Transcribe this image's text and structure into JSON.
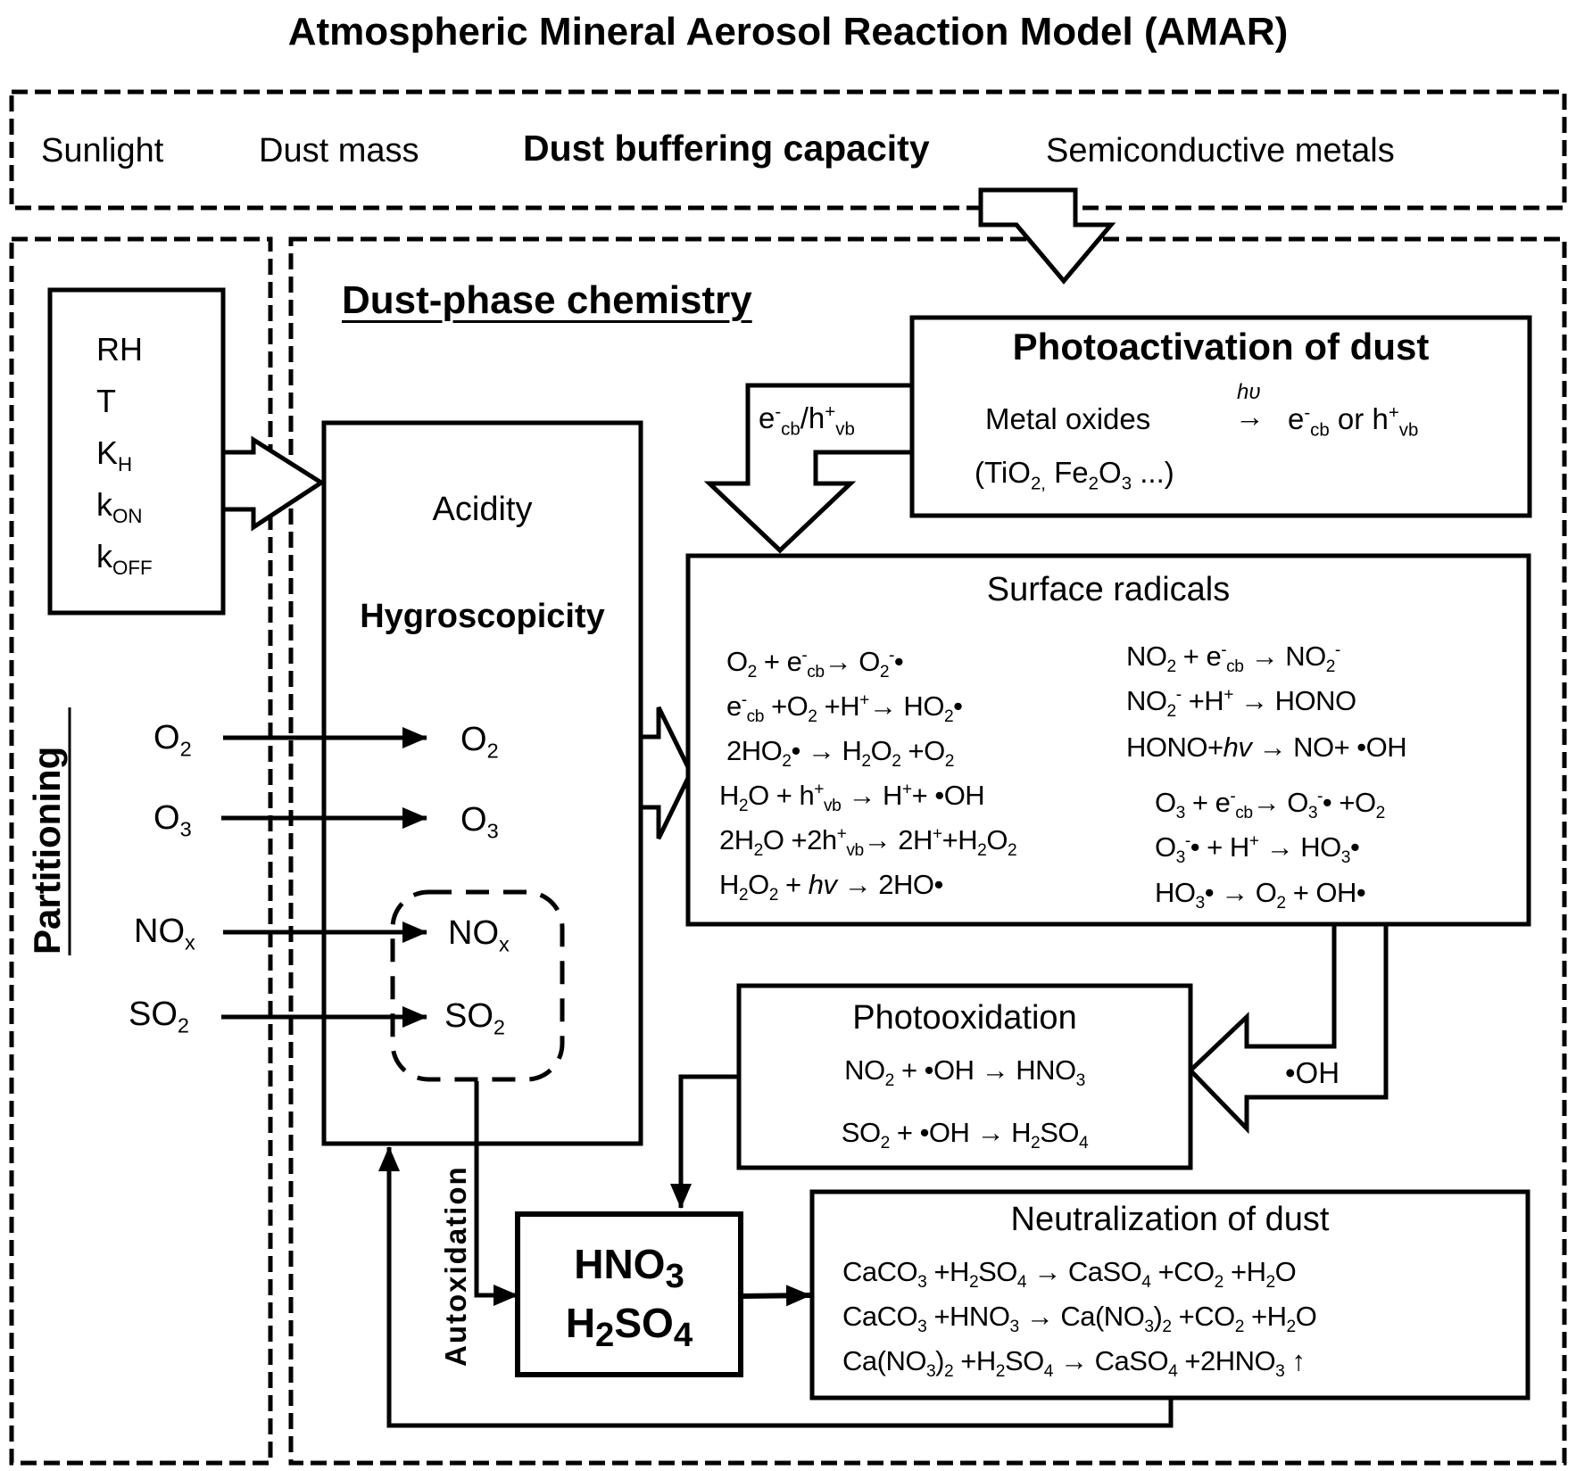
{
  "title": "Atmospheric Mineral Aerosol Reaction Model (AMAR)",
  "inputs_bar": {
    "items": [
      "Sunlight",
      "Dust mass",
      "Dust buffering capacity",
      "Semiconductive metals"
    ],
    "bold_item": "Dust buffering capacity"
  },
  "partitioning": {
    "label": "Partitioning",
    "parameters": [
      {
        "base": "RH",
        "sub": ""
      },
      {
        "base": "T",
        "sub": ""
      },
      {
        "base": "K",
        "sub": "H"
      },
      {
        "base": "k",
        "sub": "ON"
      },
      {
        "base": "k",
        "sub": "OFF"
      }
    ],
    "gases": [
      {
        "base": "O",
        "sub": "2"
      },
      {
        "base": "O",
        "sub": "3"
      },
      {
        "base": "NO",
        "sub": "x"
      },
      {
        "base": "SO",
        "sub": "2"
      }
    ]
  },
  "dust_phase": {
    "heading": "Dust-phase chemistry",
    "core_box": {
      "acidity": "Acidity",
      "hygroscopicity": "Hygroscopicity",
      "species": [
        {
          "base": "O",
          "sub": "2"
        },
        {
          "base": "O",
          "sub": "3"
        },
        {
          "base": "NO",
          "sub": "x"
        },
        {
          "base": "SO",
          "sub": "2"
        }
      ]
    },
    "autoxidation_label": "Autoxidation",
    "photoactivation": {
      "title": "Photoactivation of dust",
      "line1_left": "Metal oxides",
      "hv": "hυ",
      "line1_right_html": "e<sup>-</sup><sub>cb</sub> or h<sup>+</sup><sub>vb</sub>",
      "line2_html": "(TiO<sub>2,</sub> Fe<sub>2</sub>O<sub>3</sub> ...)",
      "arrow_label_html": "e<sup>-</sup><sub>cb</sub>/h<sup>+</sup><sub>vb</sub>"
    },
    "surface_radicals": {
      "title": "Surface radicals",
      "left_equations_html": [
        "O<sub>2</sub> + e<sup>-</sup><sub>cb</sub>→ O<sub>2</sub><sup>-</sup>•",
        "e<sup>-</sup><sub>cb</sub> +O<sub>2</sub> +H<sup>+</sup>→ HO<sub>2</sub>•",
        "2HO<sub>2</sub>• → H<sub>2</sub>O<sub>2</sub> +O<sub>2</sub>",
        "H<sub>2</sub>O + h<sup>+</sup><sub>vb</sub> → H<sup>+</sup>+ •OH",
        "2H<sub>2</sub>O +2h<sup>+</sup><sub>vb</sub>→ 2H<sup>+</sup>+H<sub>2</sub>O<sub>2</sub>",
        "H<sub>2</sub>O<sub>2</sub> + <i>hv</i> → 2HO•"
      ],
      "right_equations_html": [
        "NO<sub>2</sub> + e<sup>-</sup><sub>cb</sub> → NO<sub>2</sub><sup>-</sup>",
        "NO<sub>2</sub><sup>-</sup> +H<sup>+</sup> → HONO",
        "HONO+<i>hv</i> → NO+ •OH",
        "O<sub>3</sub> + e<sup>-</sup><sub>cb</sub>→ O<sub>3</sub><sup>-</sup>• +O<sub>2</sub>",
        "O<sub>3</sub><sup>-</sup>• + H<sup>+</sup> → HO<sub>3</sub>•",
        "HO<sub>3</sub>• → O<sub>2</sub> + OH•"
      ]
    },
    "photooxidation": {
      "title": "Photooxidation",
      "equations_html": [
        "NO<sub>2</sub> + •OH → HNO<sub>3</sub>",
        "SO<sub>2</sub> + •OH → H<sub>2</sub>SO<sub>4</sub>"
      ],
      "oh_label": "•OH"
    },
    "acids_box": {
      "lines_html": [
        "HNO<sub>3</sub>",
        "H<sub>2</sub>SO<sub>4</sub>"
      ]
    },
    "neutralization": {
      "title": "Neutralization of dust",
      "equations_html": [
        "CaCO<sub>3</sub> +H<sub>2</sub>SO<sub>4</sub> → CaSO<sub>4</sub> +CO<sub>2</sub> +H<sub>2</sub>O",
        "CaCO<sub>3</sub> +HNO<sub>3</sub> → Ca(NO<sub>3</sub>)<sub>2</sub> +CO<sub>2</sub> +H<sub>2</sub>O",
        "Ca(NO<sub>3</sub>)<sub>2</sub> +H<sub>2</sub>SO<sub>4</sub> → CaSO<sub>4</sub> +2HNO<sub>3</sub> ↑"
      ]
    }
  }
}
